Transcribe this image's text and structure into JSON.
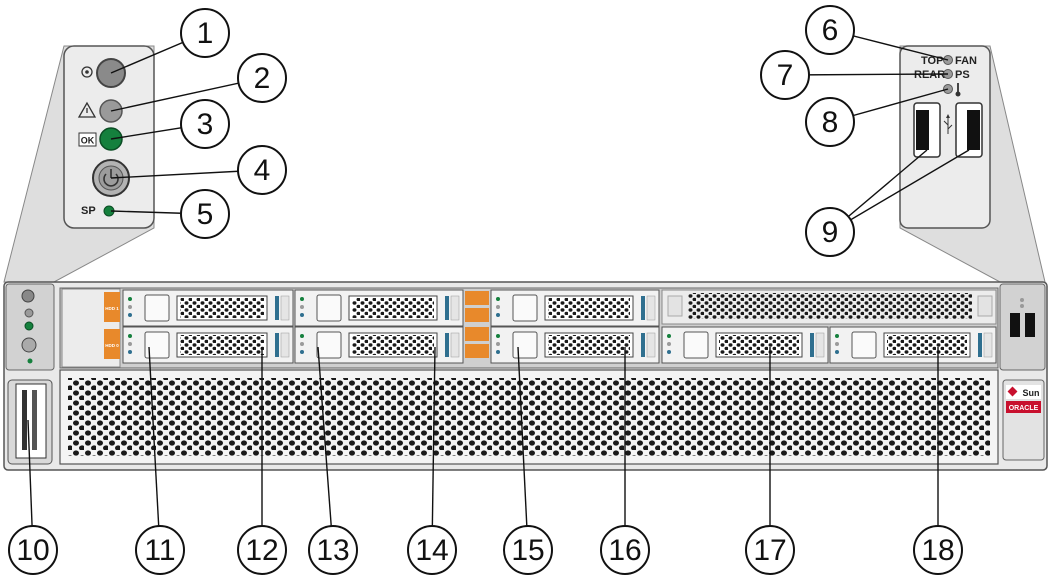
{
  "colors": {
    "led_green": "#15803d",
    "led_gray": "#9a9a9a",
    "drive_orange": "#e8892b",
    "drive_blue": "#2f6f8f",
    "oracle_red": "#c8102e",
    "chassis": "#e9e9e9",
    "bezel": "#cfcfcf"
  },
  "callouts": [
    {
      "label": "1"
    },
    {
      "label": "2"
    },
    {
      "label": "3"
    },
    {
      "label": "4"
    },
    {
      "label": "5"
    },
    {
      "label": "6"
    },
    {
      "label": "7"
    },
    {
      "label": "8"
    },
    {
      "label": "9"
    },
    {
      "label": "10"
    },
    {
      "label": "11"
    },
    {
      "label": "12"
    },
    {
      "label": "13"
    },
    {
      "label": "14"
    },
    {
      "label": "15"
    },
    {
      "label": "16"
    },
    {
      "label": "17"
    },
    {
      "label": "18"
    }
  ],
  "left_panel": {
    "ok_label": "OK",
    "sp_label": "SP",
    "icons": [
      "locator-icon",
      "warning-icon",
      "power-icon"
    ]
  },
  "right_panel": {
    "top_label": "TOP",
    "fan_label": "FAN",
    "rear_label": "REAR",
    "ps_label": "PS",
    "icons": [
      "thermometer-icon",
      "usb-icon"
    ]
  },
  "drive_labels": {
    "hdd1": "HDD 1",
    "hdd0": "HDD 0"
  },
  "brand": {
    "sun": "Sun",
    "oracle": "ORACLE"
  }
}
